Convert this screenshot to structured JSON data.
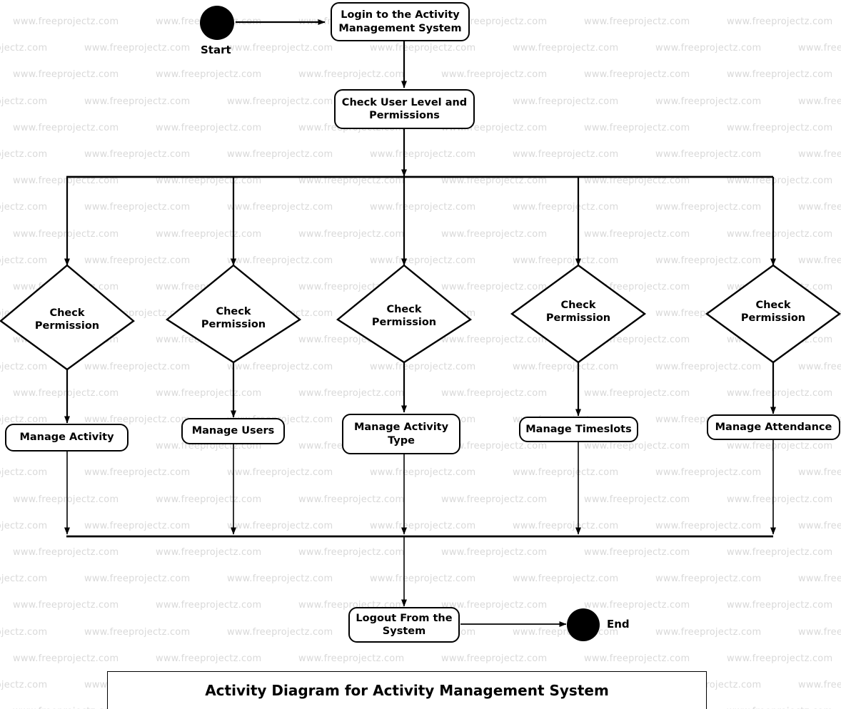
{
  "diagram": {
    "caption": "Activity Diagram for Activity Management System",
    "watermark_text": "www.freeprojectz.com",
    "colors": {
      "stroke": "#000000",
      "fill": "#ffffff",
      "watermark": "#d9d9d9"
    },
    "start": {
      "label": "Start",
      "type": "initial-node"
    },
    "end": {
      "label": "End",
      "type": "final-node"
    },
    "actions": [
      {
        "id": "login",
        "label": "Login to the Activity Management System"
      },
      {
        "id": "check",
        "label": "Check User Level and Permissions"
      },
      {
        "id": "a1",
        "label": "Manage Activity"
      },
      {
        "id": "a2",
        "label": "Manage Users"
      },
      {
        "id": "a3",
        "label": "Manage Activity Type"
      },
      {
        "id": "a4",
        "label": "Manage Timeslots"
      },
      {
        "id": "a5",
        "label": "Manage Attendance"
      },
      {
        "id": "logout",
        "label": "Logout From the System"
      }
    ],
    "decisions": [
      {
        "id": "d1",
        "label": "Check Permission"
      },
      {
        "id": "d2",
        "label": "Check Permission"
      },
      {
        "id": "d3",
        "label": "Check Permission"
      },
      {
        "id": "d4",
        "label": "Check Permission"
      },
      {
        "id": "d5",
        "label": "Check Permission"
      }
    ],
    "fork": {
      "label": "fork-bar"
    },
    "join": {
      "label": "join-bar"
    }
  }
}
